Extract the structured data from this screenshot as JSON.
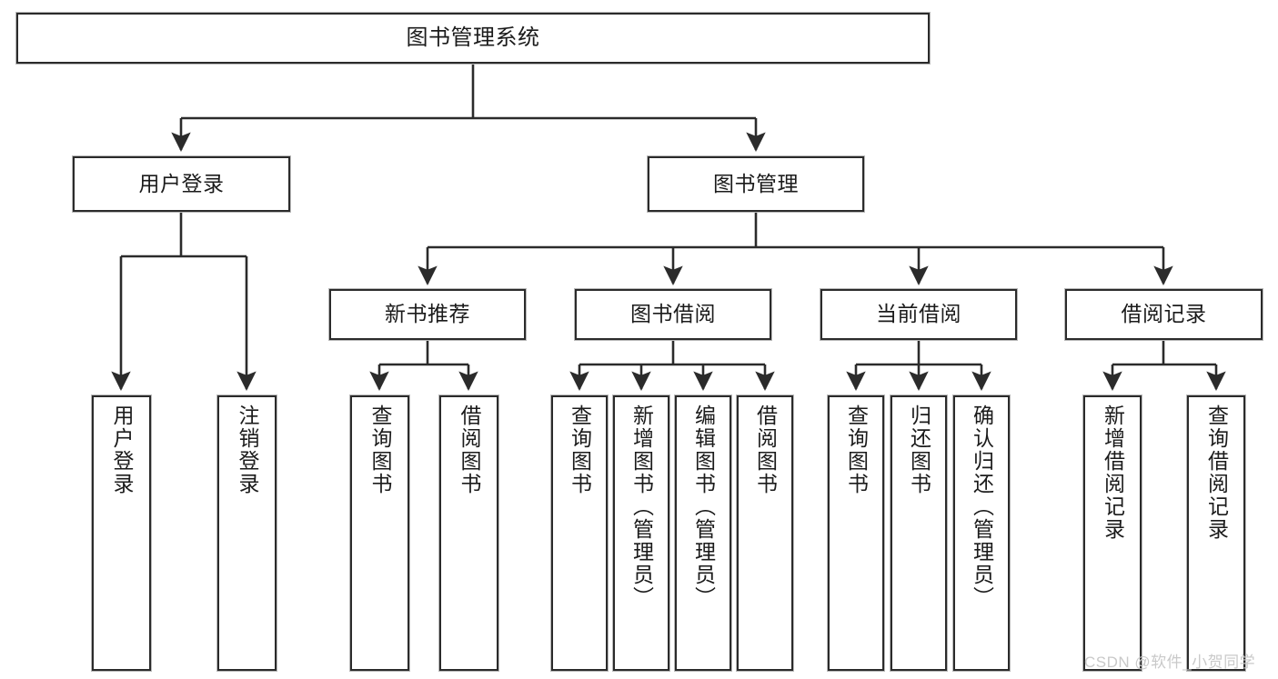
{
  "diagram": {
    "title": "图书管理系统",
    "background": "#ffffff",
    "line_color": "#2b2b2b",
    "text_color": "#1b1b1b",
    "levels": {
      "root": "图书管理系统",
      "level2": [
        "用户登录",
        "图书管理"
      ],
      "level3": [
        "新书推荐",
        "图书借阅",
        "当前借阅",
        "借阅记录"
      ]
    }
  },
  "nodes": {
    "root": {
      "label": "图书管理系统"
    },
    "user_login": {
      "label": "用户登录"
    },
    "book_manage": {
      "label": "图书管理"
    },
    "new_book_rec": {
      "label": "新书推荐"
    },
    "book_borrow": {
      "label": "图书借阅"
    },
    "current_borrow": {
      "label": "当前借阅"
    },
    "borrow_record": {
      "label": "借阅记录"
    },
    "leaf_user_login": {
      "label": "用户登录"
    },
    "leaf_logout": {
      "label": "注销登录"
    },
    "leaf_query_book_a": {
      "label": "查询图书"
    },
    "leaf_borrow_book_a": {
      "label": "借阅图书"
    },
    "leaf_query_book_b": {
      "label": "查询图书"
    },
    "leaf_add_book": {
      "label": "新增图书（管理员）"
    },
    "leaf_edit_book": {
      "label": "编辑图书（管理员）"
    },
    "leaf_borrow_book_b": {
      "label": "借阅图书"
    },
    "leaf_query_book_c": {
      "label": "查询图书"
    },
    "leaf_return_book": {
      "label": "归还图书"
    },
    "leaf_confirm_return": {
      "label": "确认归还（管理员）"
    },
    "leaf_add_record": {
      "label": "新增借阅记录"
    },
    "leaf_query_record": {
      "label": "查询借阅记录"
    }
  },
  "watermark": {
    "text": "CSDN @软件_小贺同学",
    "color": "#c9c9c9"
  }
}
